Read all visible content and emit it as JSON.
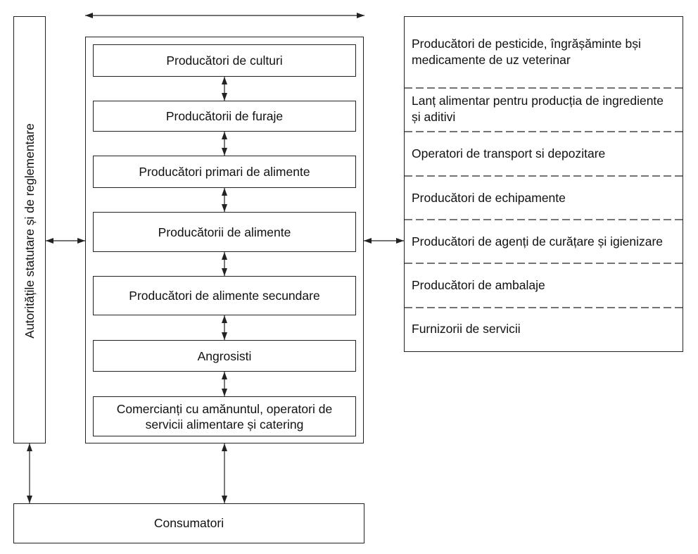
{
  "authorities": {
    "label": "Autoritățile statutare și de reglementare"
  },
  "food_chain": [
    {
      "label": "Producători de culturi"
    },
    {
      "label": "Producătorii de furaje"
    },
    {
      "label": "Producători primari de alimente"
    },
    {
      "label": "Producătorii de alimente"
    },
    {
      "label": "Producători de alimente secundare"
    },
    {
      "label": "Angrosisti"
    },
    {
      "label": "Comercianți cu amănuntul, operatori de servicii alimentare și catering"
    }
  ],
  "consumers": {
    "label": "Consumatori"
  },
  "related_organizations": [
    {
      "label": "Producători de pesticide, îngrășăminte bși medicamente de uz veterinar"
    },
    {
      "label": "Lanț alimentar pentru producția de ingrediente și aditivi"
    },
    {
      "label": "Operatori de transport si depozitare"
    },
    {
      "label": "Producători de echipamente"
    },
    {
      "label": "Producători de agenți de curățare și igienizare"
    },
    {
      "label": "Producători de ambalaje"
    },
    {
      "label": "Furnizorii de servicii"
    }
  ],
  "colors": {
    "line": "#222222",
    "text": "#111111",
    "background": "#ffffff"
  }
}
